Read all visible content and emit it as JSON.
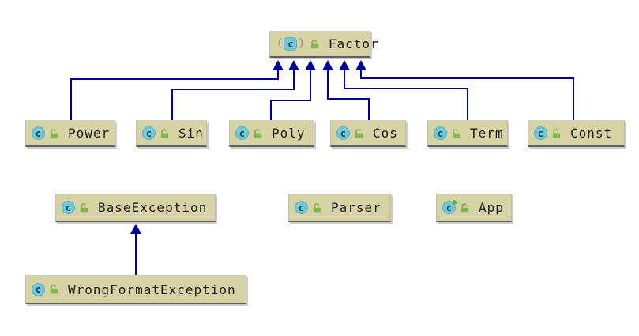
{
  "diagram": {
    "type": "uml-class-diagram",
    "icon_letter": "c",
    "abstract_paren_open": "(",
    "abstract_paren_close": ")",
    "colors": {
      "background": "#ffffff",
      "node_fill": "#d6d2a4",
      "node_border": "#bdbdbd",
      "node_separator": "#5f5f5f",
      "edge": "#000099",
      "class_badge": "#6fc7d7",
      "lock_green": "#81b64c",
      "run_marker_green": "#4fae3d",
      "label_text": "#1d1d1d"
    },
    "nodes": [
      {
        "label": "Factor",
        "icon": "abstract-class",
        "modifier": "unlocked"
      },
      {
        "label": "Power",
        "icon": "class",
        "modifier": "unlocked"
      },
      {
        "label": "Sin",
        "icon": "class",
        "modifier": "unlocked"
      },
      {
        "label": "Poly",
        "icon": "class",
        "modifier": "unlocked"
      },
      {
        "label": "Cos",
        "icon": "class",
        "modifier": "unlocked"
      },
      {
        "label": "Term",
        "icon": "class",
        "modifier": "unlocked"
      },
      {
        "label": "Const",
        "icon": "class",
        "modifier": "unlocked"
      },
      {
        "label": "BaseException",
        "icon": "class",
        "modifier": "unlocked"
      },
      {
        "label": "Parser",
        "icon": "class",
        "modifier": "unlocked"
      },
      {
        "label": "App",
        "icon": "runnable-class",
        "modifier": "unlocked"
      },
      {
        "label": "WrongFormatException",
        "icon": "class",
        "modifier": "unlocked"
      }
    ],
    "edges": [
      {
        "from": "Power",
        "to": "Factor",
        "type": "inheritance"
      },
      {
        "from": "Sin",
        "to": "Factor",
        "type": "inheritance"
      },
      {
        "from": "Poly",
        "to": "Factor",
        "type": "inheritance"
      },
      {
        "from": "Cos",
        "to": "Factor",
        "type": "inheritance"
      },
      {
        "from": "Term",
        "to": "Factor",
        "type": "inheritance"
      },
      {
        "from": "Const",
        "to": "Factor",
        "type": "inheritance"
      },
      {
        "from": "WrongFormatException",
        "to": "BaseException",
        "type": "inheritance"
      }
    ]
  }
}
